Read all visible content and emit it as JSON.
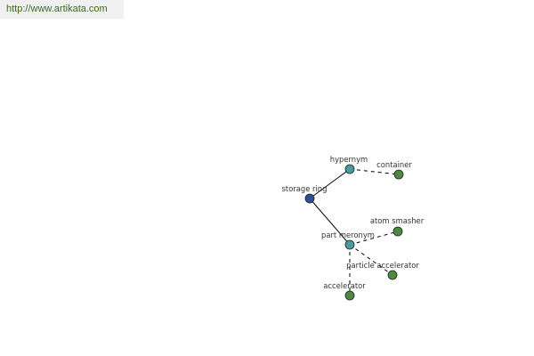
{
  "header": {
    "url_text": "http://www.artikata.com"
  },
  "graph": {
    "colors": {
      "root": "#2e4f93",
      "relation": "#4a9a9a",
      "term": "#4e8a3e",
      "edge": "#000000",
      "url": "#3b6b1f"
    },
    "nodes": [
      {
        "id": "storage_ring",
        "label": "storage ring",
        "kind": "root"
      },
      {
        "id": "hypernym",
        "label": "hypernym",
        "kind": "relation"
      },
      {
        "id": "container",
        "label": "container",
        "kind": "term"
      },
      {
        "id": "part_meronym",
        "label": "part meronym",
        "kind": "relation"
      },
      {
        "id": "atom_smasher",
        "label": "atom smasher",
        "kind": "term"
      },
      {
        "id": "particle_accelerator",
        "label": "particle accelerator",
        "kind": "term"
      },
      {
        "id": "accelerator",
        "label": "accelerator",
        "kind": "term"
      }
    ],
    "edges": [
      {
        "from": "storage_ring",
        "to": "hypernym",
        "style": "solid"
      },
      {
        "from": "storage_ring",
        "to": "part_meronym",
        "style": "solid"
      },
      {
        "from": "hypernym",
        "to": "container",
        "style": "dashed"
      },
      {
        "from": "part_meronym",
        "to": "atom_smasher",
        "style": "dashed"
      },
      {
        "from": "part_meronym",
        "to": "particle_accelerator",
        "style": "dashed"
      },
      {
        "from": "part_meronym",
        "to": "accelerator",
        "style": "dashed"
      }
    ]
  }
}
